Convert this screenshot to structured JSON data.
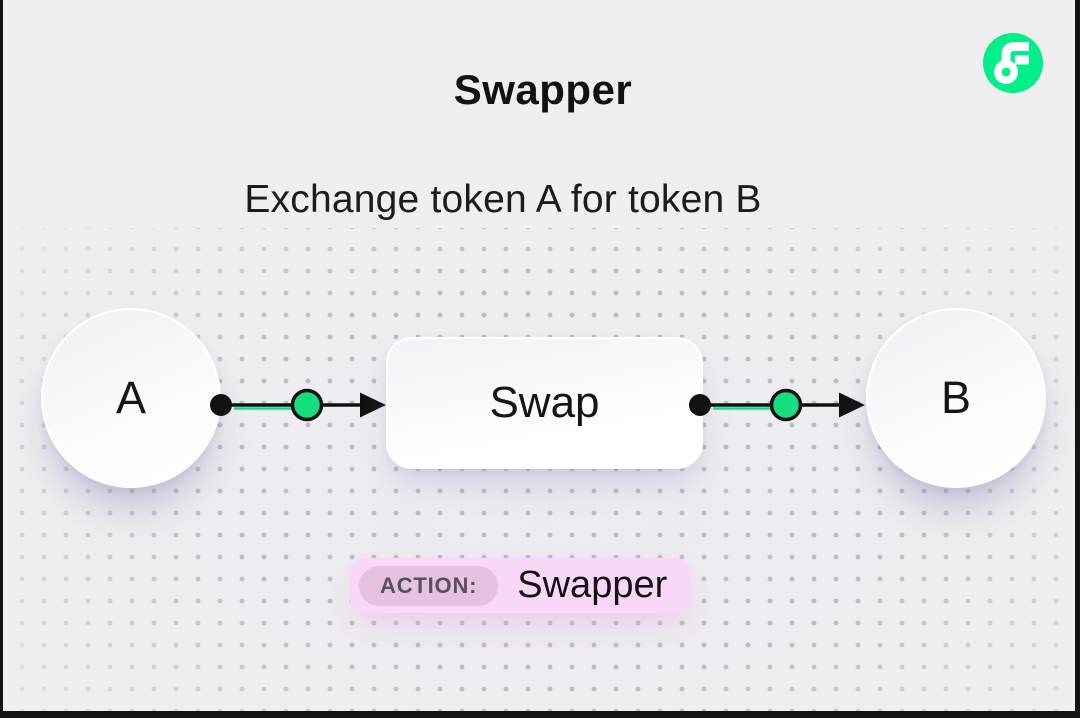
{
  "header": {
    "title": "Swapper",
    "subtitle": "Exchange token A for token B"
  },
  "brand": {
    "logo_icon": "flow-logo",
    "logo_color": "#00EF8B"
  },
  "diagram": {
    "node_a": {
      "label": "A"
    },
    "swap_box": {
      "label": "Swap"
    },
    "node_b": {
      "label": "B"
    },
    "connector_line_color": "#111111",
    "connector_accent_color": "#16DD80"
  },
  "action_badge": {
    "label": "ACTION:",
    "value": "Swapper",
    "bg_color": "#F9D7F9",
    "label_bg_color": "#E5C2E1"
  },
  "canvas": {
    "background_color": "#EFEFEF",
    "dot_color": "#BCBCC2",
    "frame_color": "#141414"
  }
}
